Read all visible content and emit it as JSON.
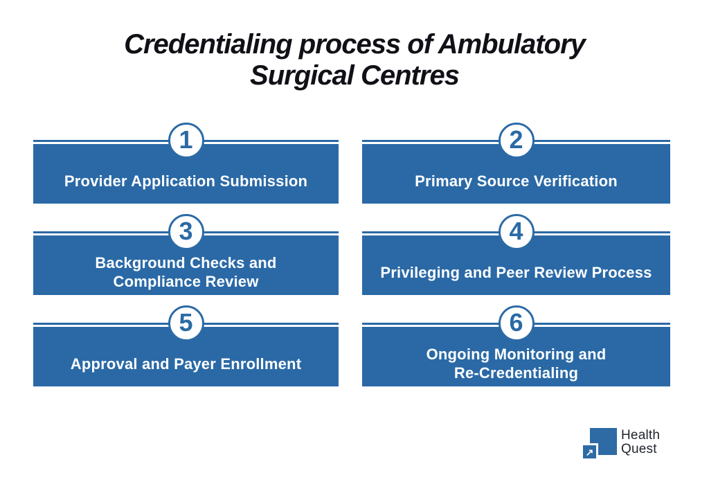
{
  "title": {
    "line1": "Credentialing process of Ambulatory",
    "line2": "Surgical Centres"
  },
  "steps": [
    {
      "number": "1",
      "line1": "Provider Application Submission"
    },
    {
      "number": "2",
      "line1": "Primary Source Verification"
    },
    {
      "number": "3",
      "line1": "Background Checks and",
      "line2": "Compliance Review"
    },
    {
      "number": "4",
      "line1": "Privileging and Peer Review Process"
    },
    {
      "number": "5",
      "line1": "Approval and Payer Enrollment"
    },
    {
      "number": "6",
      "line1": "Ongoing Monitoring and",
      "line2": "Re-Credentialing"
    }
  ],
  "logo": {
    "name_line1": "Health",
    "name_line2": "Quest",
    "arrow_icon": "↗"
  },
  "colors": {
    "bar_blue": "#2a69a6",
    "circle_border_blue": "#2b6aa5",
    "logo_blue": "#2e6ba4",
    "title_black": "#101016",
    "logo_text_dark": "#22252d",
    "background": "#ffffff",
    "step_text_white": "#ffffff"
  }
}
